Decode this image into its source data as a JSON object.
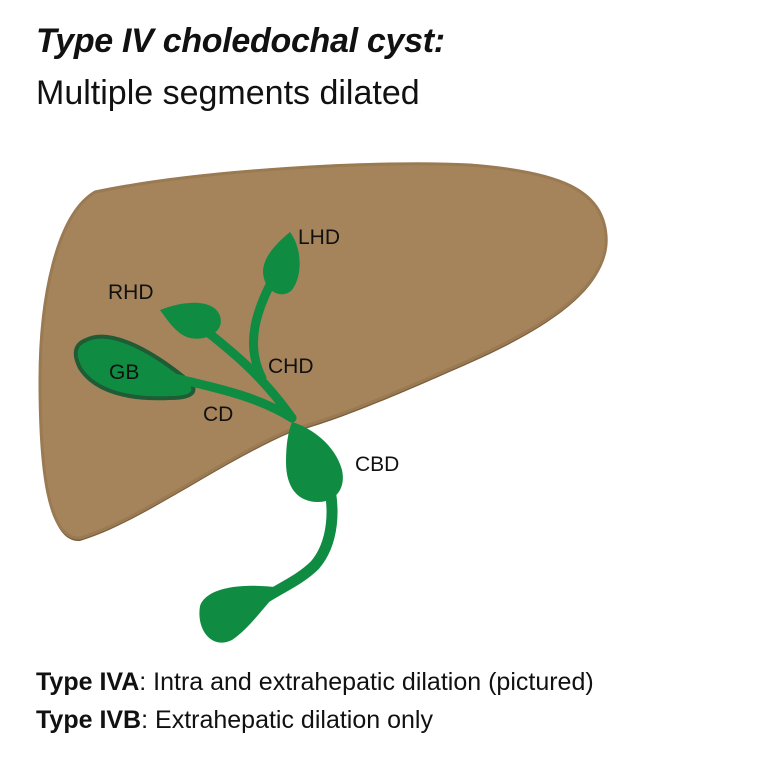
{
  "title": "Type IV choledochal cyst:",
  "subtitle": "Multiple segments dilated",
  "labels": {
    "lhd": "LHD",
    "rhd": "RHD",
    "gb": "GB",
    "chd": "CHD",
    "cd": "CD",
    "cbd": "CBD"
  },
  "footnotes": [
    {
      "term": "Type IVA",
      "text": ": Intra and extrahepatic dilation (pictured)"
    },
    {
      "term": "Type IVB",
      "text": ": Extrahepatic dilation only"
    }
  ],
  "colors": {
    "liver": "#a5845c",
    "liver_outline": "#7a5d3c",
    "bile_ducts": "#0f8c42",
    "gallbladder_outline": "#1f5b34"
  }
}
